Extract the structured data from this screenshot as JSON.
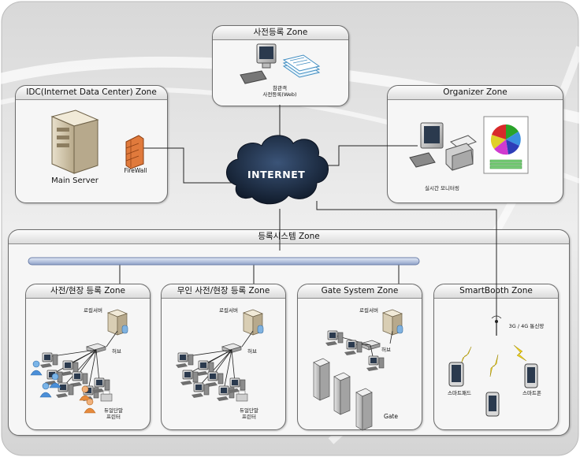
{
  "zones": {
    "pre_registration": {
      "title": "사전등록 Zone",
      "pc_caption": "참관객\n사전등록(Web)"
    },
    "idc": {
      "title": "IDC(Internet Data Center) Zone",
      "server": "Main Server",
      "firewall": "FireWall"
    },
    "organizer": {
      "title": "Organizer Zone",
      "monitor": "실시간 모니터링"
    },
    "registration_system": {
      "title": "등록시스템 Zone"
    },
    "onsite": {
      "title": "사전/현장 등록 Zone",
      "server": "로컬서버",
      "hub": "허브",
      "printer": "듀얼단말\n프린터"
    },
    "unmanned": {
      "title": "무인 사전/현장 등록 Zone",
      "server": "로컬서버",
      "hub": "허브",
      "printer": "듀얼단말\n프린터"
    },
    "gate": {
      "title": "Gate System Zone",
      "server": "로컬서버",
      "hub": "허브",
      "gate": "Gate"
    },
    "smartbooth": {
      "title": "SmartBooth Zone",
      "network": "3G / 4G 통신망",
      "smartpad": "스마트패드",
      "smartphone": "스마트폰"
    }
  },
  "cloud": {
    "label": "INTERNET"
  },
  "colors": {
    "cloud": "#1f2f45",
    "backbone": "#b8c6e2",
    "firewall": "#e07a3c"
  }
}
